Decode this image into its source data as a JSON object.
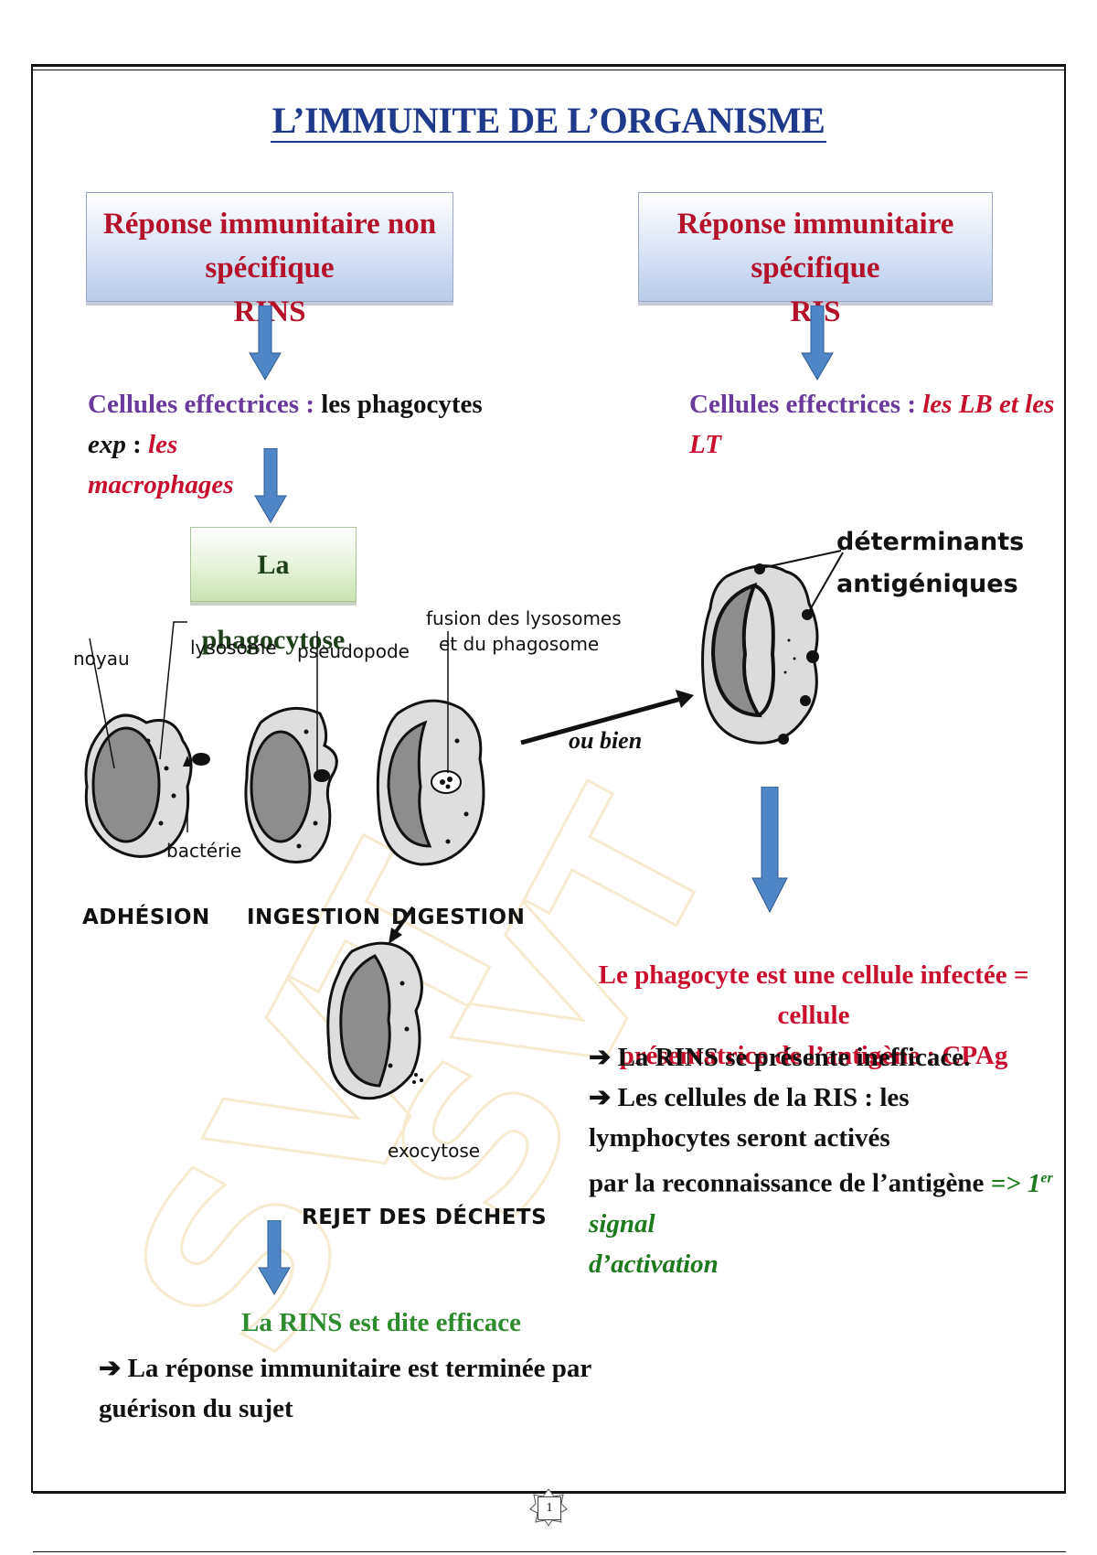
{
  "title": "L’IMMUNITE DE L’ORGANISME",
  "left": {
    "box_line1": "Réponse immunitaire non spécifique",
    "box_line2": "RINS",
    "cells_label": "Cellules effectrices :",
    "cells_text": "les phagocytes",
    "cells_exp": "exp",
    "cells_colon": ":",
    "cells_red1": "les",
    "cells_red2": "macrophages",
    "process_box": "La phagocytose",
    "labels": {
      "noyau": "noyau",
      "lysosome": "lysosome",
      "bacterie": "bactérie",
      "pseudopode": "pseudopode",
      "fusion1": "fusion des lysosomes",
      "fusion2": "et du phagosome",
      "exocytose": "exocytose"
    },
    "stages": {
      "adhesion": "ADHÉSION",
      "ingestion": "INGESTION",
      "digestion": "DIGESTION",
      "rejet": "REJET DES DÉCHETS"
    },
    "efficace": "La RINS est dite efficace",
    "conclusion": "La réponse immunitaire est terminée par guérison du sujet"
  },
  "right": {
    "box_line1": "Réponse immunitaire spécifique",
    "box_line2": "RIS",
    "cells_label": "Cellules effectrices :",
    "cells_red": "les LB et les LT",
    "ou_bien": "ou bien",
    "determinants1": "déterminants",
    "determinants2": "antigéniques",
    "cpa_line1": "Le phagocyte est une cellule infectée = cellule",
    "cpa_line2": "présentatrice de l’antigène : CPAg",
    "bullet1": "La RINS se présente inefficace.",
    "bullet2_line1": "Les cellules de  la RIS : les lymphocytes seront activés",
    "bullet2_line2_a": "par la reconnaissance de l’antigène",
    "bullet2_line2_b": "=> 1",
    "bullet2_sup": "er",
    "bullet2_line2_c": " signal",
    "bullet2_line3": "d’activation"
  },
  "footer": {
    "page": "1"
  },
  "colors": {
    "title": "#1f3a8a",
    "red": "#c8102e",
    "purple": "#6a3b9c",
    "green": "#2e8b2e",
    "arrow": "#4f86c6"
  }
}
